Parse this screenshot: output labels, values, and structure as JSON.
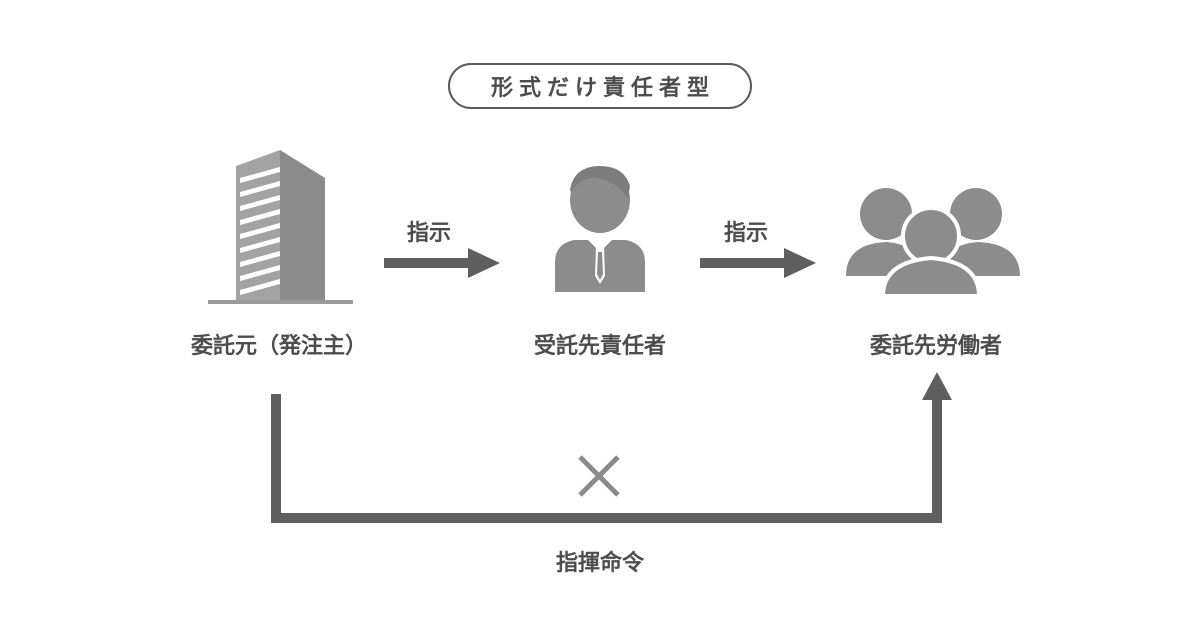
{
  "title": "形式だけ責任者型",
  "nodes": {
    "client": {
      "label": "委託元（発注主）",
      "icon": "building-icon"
    },
    "manager": {
      "label": "受託先責任者",
      "icon": "businessman-icon"
    },
    "workers": {
      "label": "委託先労働者",
      "icon": "group-icon"
    }
  },
  "arrows": {
    "client_to_manager": "指示",
    "manager_to_workers": "指示",
    "direct_command": "指揮命令"
  },
  "prohibited_mark": "×",
  "colors": {
    "text": "#4d4d4d",
    "icon": "#8c8c8c",
    "arrow": "#5f5f5f",
    "cross": "#8c8c8c"
  }
}
